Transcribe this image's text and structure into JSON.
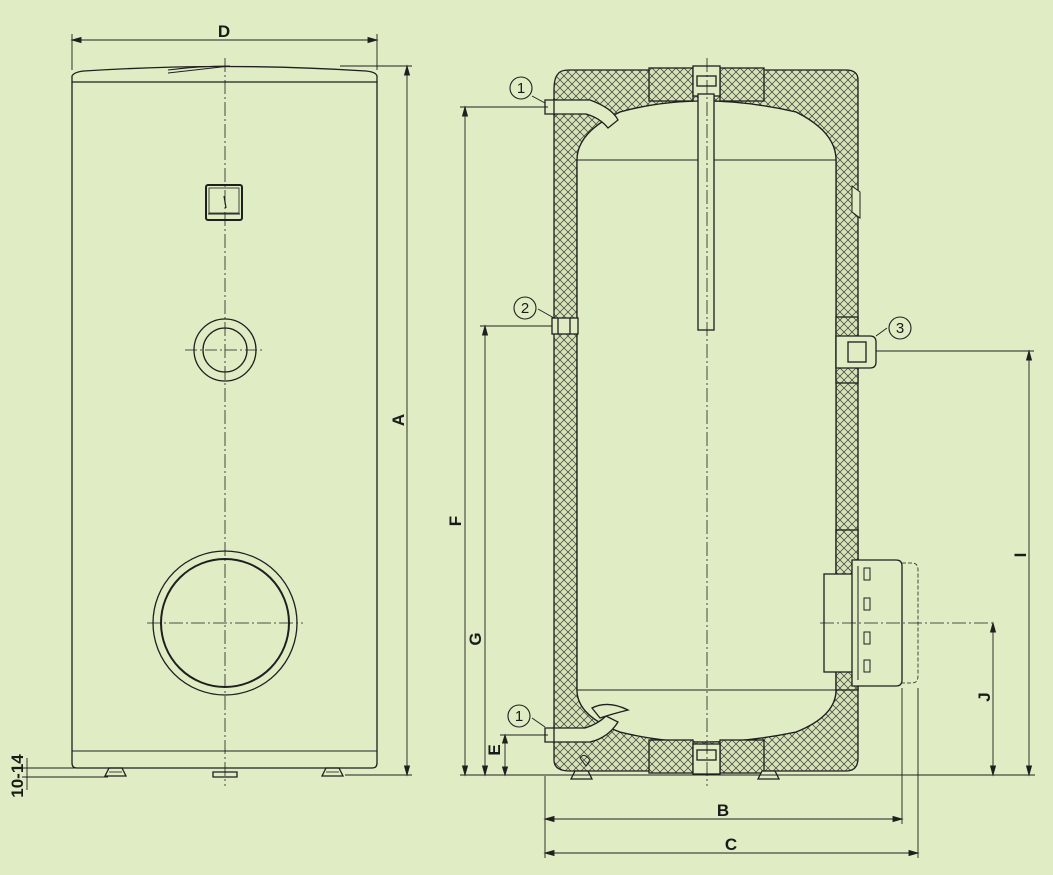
{
  "colors": {
    "background": "#dfecc4",
    "line": "#1f1f1f",
    "insulation_fill": "#d6e3b6"
  },
  "dimensions": {
    "A": "A",
    "B": "B",
    "C": "C",
    "D": "D",
    "E": "E",
    "F": "F",
    "G": "G",
    "I": "I",
    "J": "J",
    "feet": "10-14"
  },
  "callouts": {
    "c1_top": "1",
    "c1_bottom": "1",
    "c2": "2",
    "c3": "3"
  }
}
